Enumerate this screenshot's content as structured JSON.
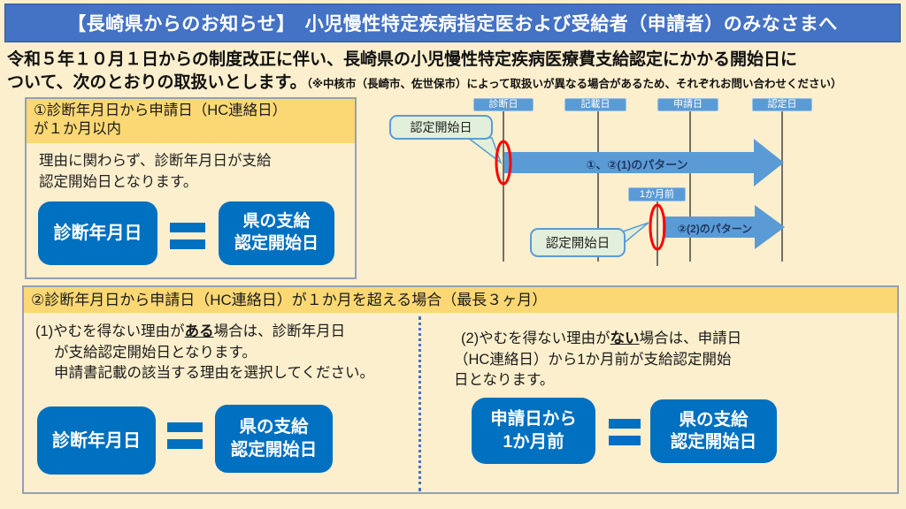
{
  "colors": {
    "page_bg": "#FCEFCD",
    "banner_blue": "#4472C4",
    "deep_blue": "#0070C0",
    "accent_blue": "#5B9BD5",
    "gold_header": "#FBD874",
    "callout_green": "#E2EFDA",
    "highlight_red": "#FF0000",
    "arrow_label_navy": "#1F3864"
  },
  "banner": {
    "title": "【長崎県からのお知らせ】　小児慢性特定疾病指定医および受給者（申請者）のみなさまへ"
  },
  "intro": {
    "line1": "令和５年１０月１日からの制度改正に伴い、長崎県の小児慢性特定疾病医療費支給認定にかかる開始日に",
    "line2": "ついて、次のとおりの取扱いとします。",
    "note": "（※中核市（長崎市、佐世保市）によって取扱いが異なる場合があるため、それぞれお問い合わせください）"
  },
  "case1": {
    "header_line1": "①診断年月日から申請日（HC連絡日）",
    "header_line2": "が１か月以内",
    "body_line1": "理由に関わらず、診断年月日が支給",
    "body_line2": "認定開始日となります。",
    "left_box": "診断年月日",
    "right_box_line1": "県の支給",
    "right_box_line2": "認定開始日"
  },
  "timeline": {
    "milestones": [
      "診断日",
      "記載日",
      "申請日",
      "認定日"
    ],
    "callout1": "認定開始日",
    "callout2": "認定開始日",
    "one_month_label": "1か月前",
    "arrow1_label": "①、②(1)のパターン",
    "arrow2_label": "②(2)のパターン"
  },
  "case2": {
    "header": "②診断年月日から申請日（HC連絡日）が１か月を超える場合（最長３ヶ月）",
    "sub1": {
      "l1_pre": "(1)やむを得ない理由が",
      "l1_emph": "ある",
      "l1_post": "場合は、診断年月日",
      "l2": "が支給認定開始日となります。",
      "l3": "申請書記載の該当する理由を選択してください。",
      "left_box": "診断年月日",
      "right_box_line1": "県の支給",
      "right_box_line2": "認定開始日"
    },
    "sub2": {
      "l1_pre": "(2)やむを得ない理由が",
      "l1_emph": "ない",
      "l1_post": "場合は、申請日",
      "l2": "（HC連絡日）から1か月前が支給認定開始",
      "l3": "日となります。",
      "left_box_line1": "申請日から",
      "left_box_line2": "1か月前",
      "right_box_line1": "県の支給",
      "right_box_line2": "認定開始日"
    }
  }
}
